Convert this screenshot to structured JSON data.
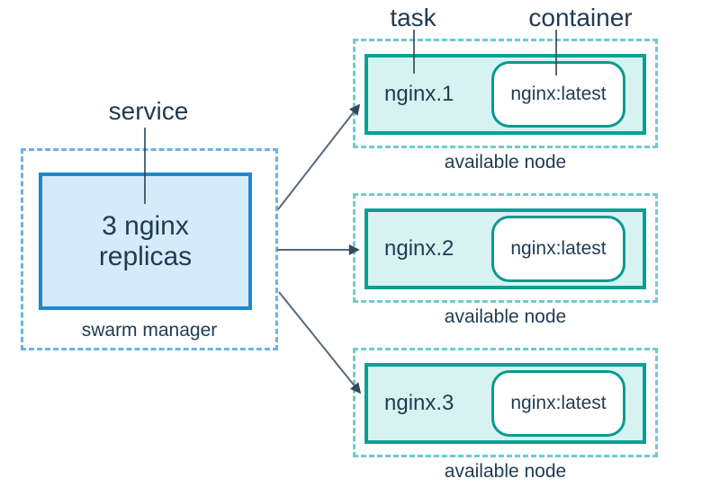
{
  "labels": {
    "service": "service",
    "task": "task",
    "container": "container"
  },
  "swarm_manager": {
    "service_box_lines": [
      "3 nginx",
      "replicas"
    ],
    "caption": "swarm manager"
  },
  "nodes": [
    {
      "task_name": "nginx.1",
      "container_image": "nginx:latest",
      "caption": "available node"
    },
    {
      "task_name": "nginx.2",
      "container_image": "nginx:latest",
      "caption": "available node"
    },
    {
      "task_name": "nginx.3",
      "container_image": "nginx:latest",
      "caption": "available node"
    }
  ],
  "colors": {
    "text": "#1f3b53",
    "service_box_border": "#1e88c9",
    "service_box_fill": "#d6ebf9",
    "manager_dotted_border": "#6cb3e2",
    "task_box_border": "#0aa095",
    "task_box_fill": "#d7f3f1",
    "node_dotted_border": "#6ecdc8",
    "container_box_border": "#0a9a90",
    "container_box_fill": "#ffffff",
    "arrow_shaft": "#54697e",
    "arrow_head": "#34495e",
    "callout_line": "#2e4257"
  }
}
